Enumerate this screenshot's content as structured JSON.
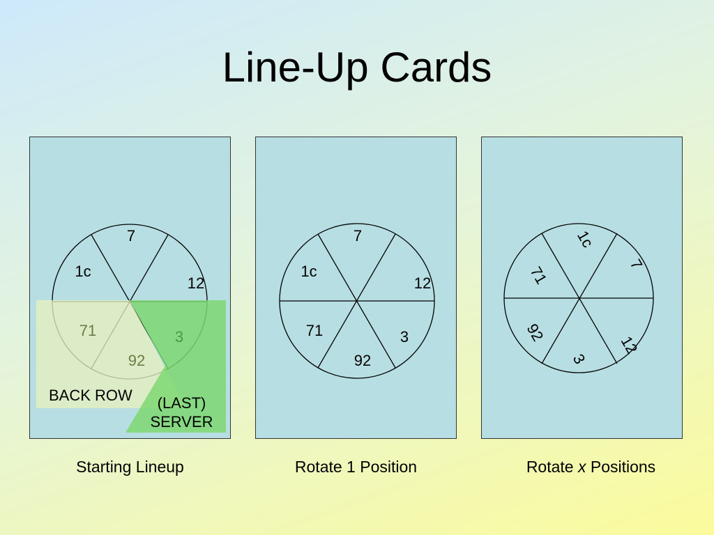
{
  "title": "Line-Up Cards",
  "cards": [
    {
      "caption": "Starting Lineup",
      "positions": [
        "7",
        "12",
        "3",
        "92",
        "71",
        "1c"
      ],
      "back_row_label": "BACK ROW",
      "server_label_line1": "(LAST)",
      "server_label_line2": "SERVER"
    },
    {
      "caption": "Rotate 1 Position",
      "positions": [
        "7",
        "12",
        "3",
        "92",
        "71",
        "1c"
      ]
    },
    {
      "caption_prefix": "Rotate ",
      "caption_var": "x",
      "caption_suffix": " Positions",
      "positions": [
        "1c",
        "7",
        "12",
        "3",
        "92",
        "71"
      ]
    }
  ],
  "colors": {
    "card_fill": "#b7dfe3",
    "back_row_highlight": "#e6f0bf",
    "server_highlight": "#7ed871"
  }
}
